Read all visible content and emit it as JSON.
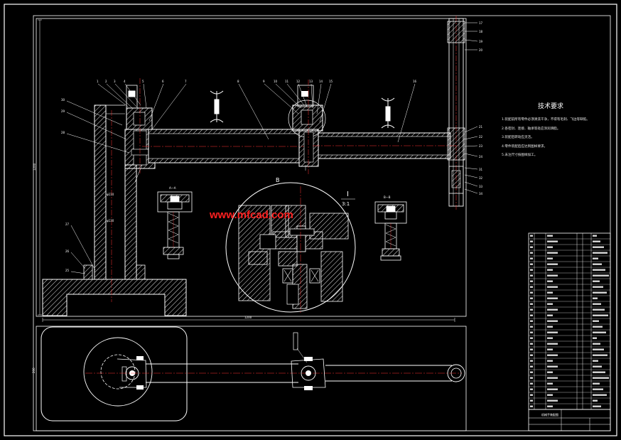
{
  "watermark": "www.mfcad.com",
  "technical_requirements": {
    "title": "技术要求",
    "items": [
      "1.装配前所有零件必须清洗干净，不得有毛刺、飞边等缺陷。",
      "2.各密封、连接、轴承等处应涂润滑脂。",
      "3.装配后转动应灵活。",
      "4.零件装配后应达到图样要求。",
      "5.未注尺寸按图样加工。"
    ]
  },
  "detail_label": "I",
  "detail_scale": "3:1",
  "section_letter": "B",
  "colors": {
    "background": "#000000",
    "line_main": "#ffffff",
    "line_center": "#ff3030",
    "line_blue": "#3a78ff",
    "line_cyan": "#28d8e8",
    "line_green": "#30e060",
    "watermark": "#ff2020"
  },
  "title_block": {
    "drawing_title": "机械手装配图"
  }
}
